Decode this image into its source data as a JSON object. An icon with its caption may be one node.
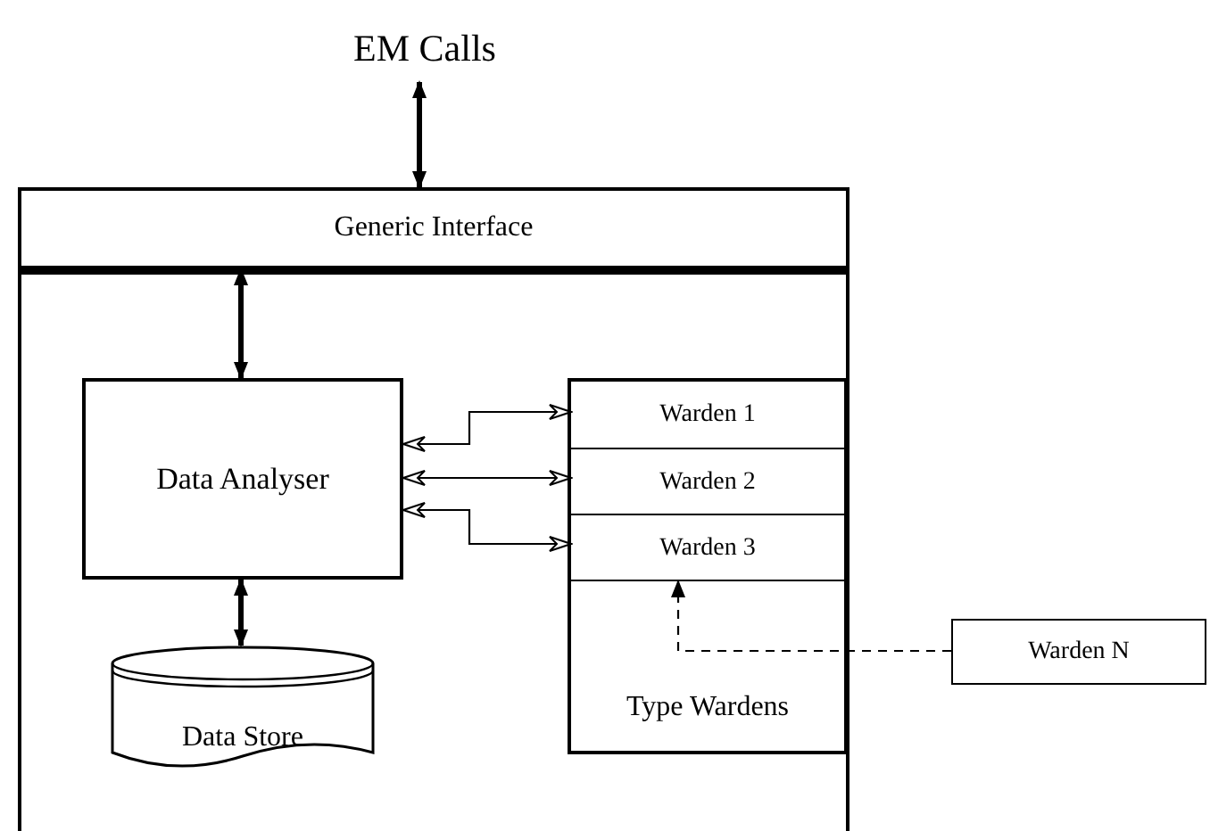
{
  "diagram": {
    "nodes": [
      {
        "text": [
          "EM Calls"
        ]
      },
      {
        "text": [
          "Generic Interface"
        ]
      },
      {
        "text": [],
        "shape": "box"
      },
      {
        "text": [
          "Data Analyser"
        ],
        "in": 2
      },
      {
        "text": [
          "Data Store"
        ],
        "in": 2
      },
      {
        "text": [
          "Type Wardens"
        ],
        "in": 2
      },
      {
        "text": [
          "Warden 1"
        ],
        "in": 5
      },
      {
        "text": [
          "Warden 2"
        ],
        "in": 5
      },
      {
        "text": [
          "Warden 3"
        ],
        "in": 5
      },
      {
        "text": [
          "Warden N"
        ]
      }
    ],
    "edges": [
      {
        "from": 0,
        "to": 1,
        "arrow": "both",
        "style": "thick"
      },
      {
        "from": 1,
        "to": 3,
        "arrow": "both",
        "style": "thick"
      },
      {
        "from": 3,
        "to": 4,
        "arrow": "both",
        "style": "thick"
      },
      {
        "from": 3,
        "to": 6,
        "arrow": "both"
      },
      {
        "from": 3,
        "to": 7,
        "arrow": "both"
      },
      {
        "from": 3,
        "to": 8,
        "arrow": "both"
      },
      {
        "from": 9,
        "to": 8,
        "arrow": "to",
        "style": "dashed"
      }
    ]
  }
}
